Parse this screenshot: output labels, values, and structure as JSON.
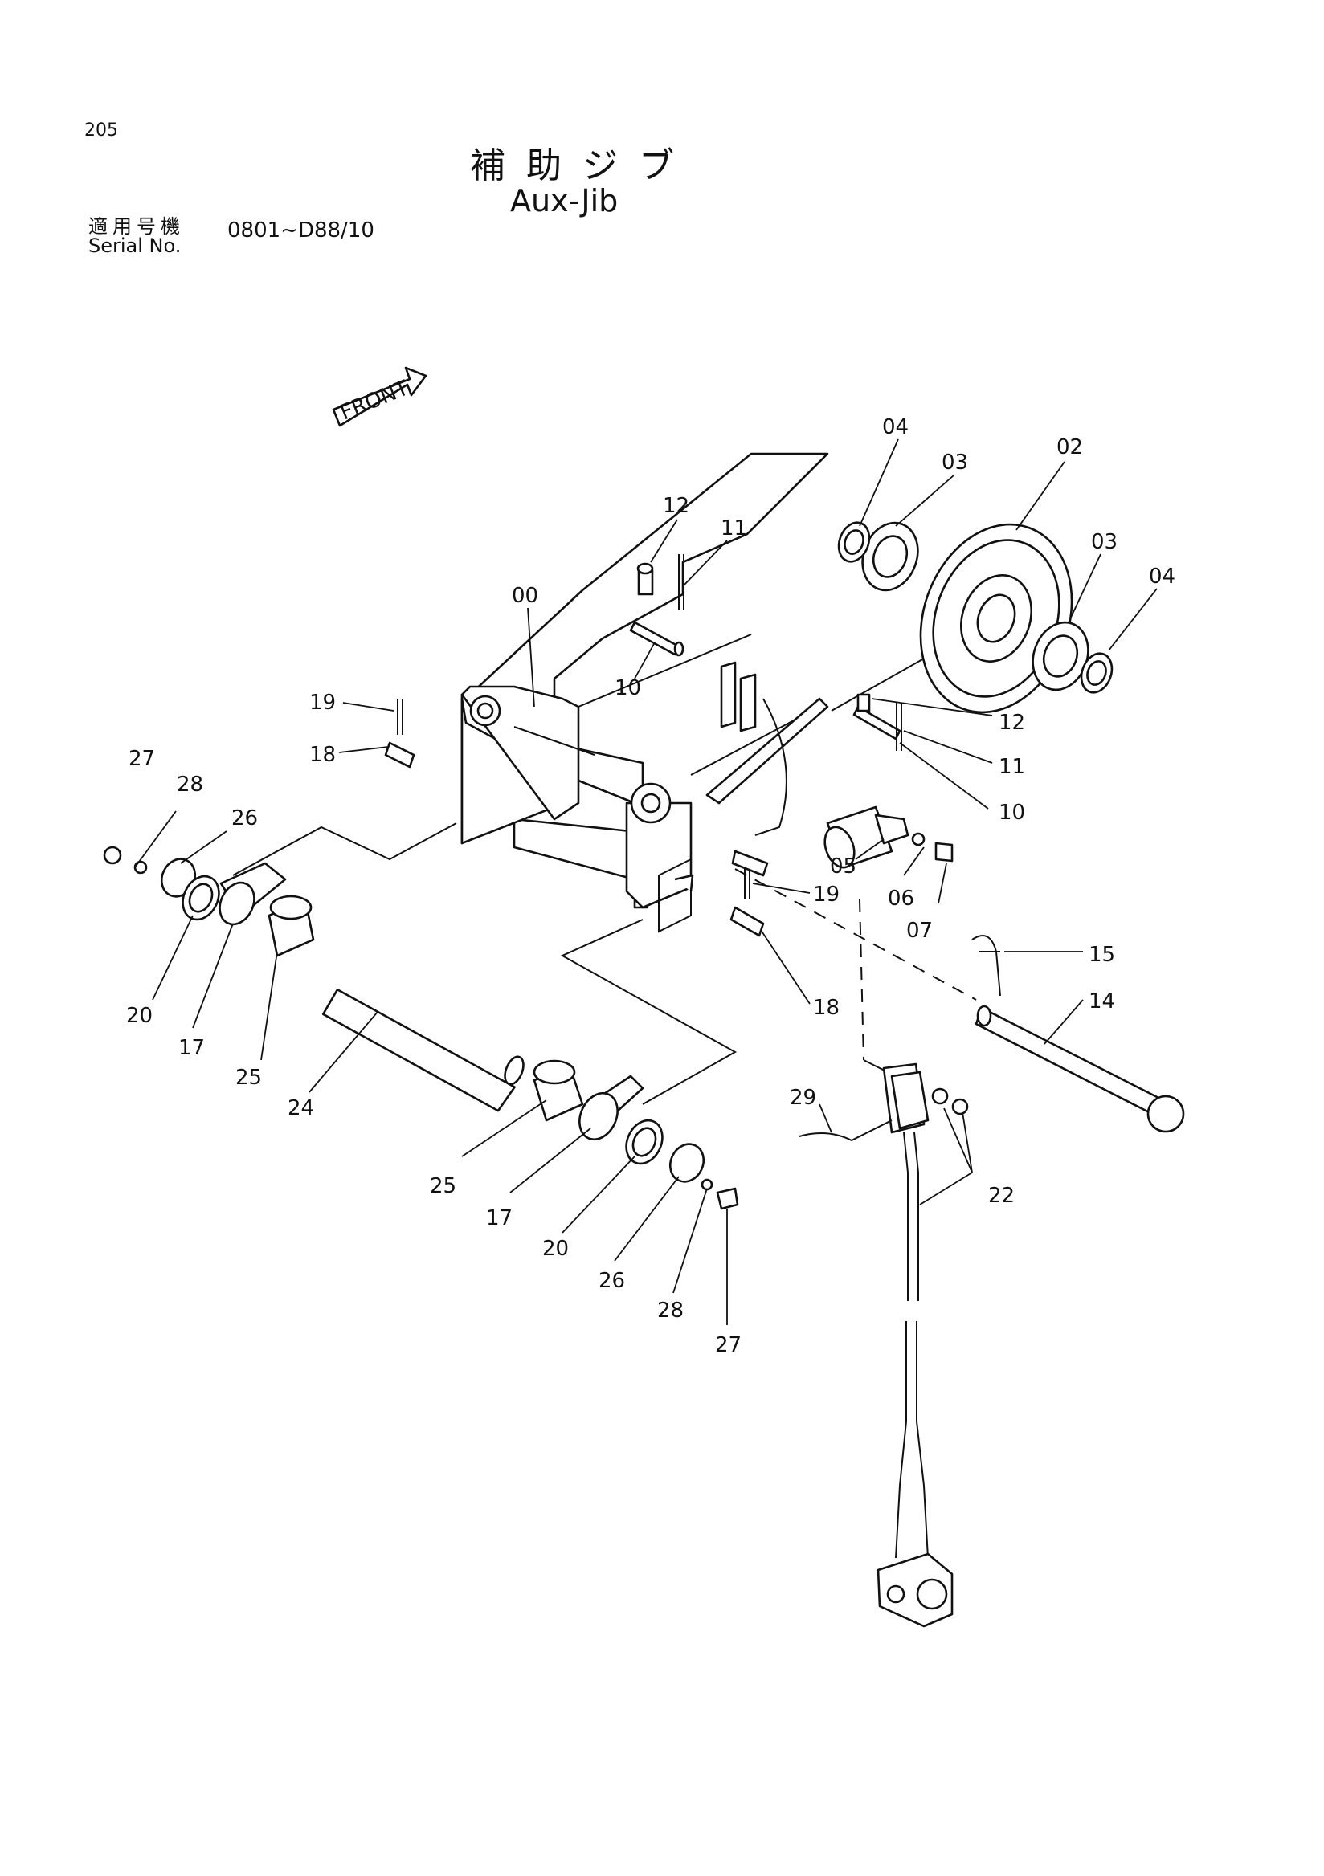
{
  "header": {
    "page_number": "205",
    "title_ja": "補助ジブ",
    "title_en": "Aux-Jib",
    "serial_label_ja": "適用号機",
    "serial_label_en": "Serial No.",
    "serial_value": "0801~D88/10"
  },
  "front_marker": "FRONT",
  "callouts": [
    "04",
    "03",
    "02",
    "03",
    "04",
    "12",
    "11",
    "00",
    "10",
    "19",
    "18",
    "12",
    "11",
    "10",
    "27",
    "28",
    "26",
    "05",
    "06",
    "07",
    "19",
    "18",
    "15",
    "14",
    "20",
    "17",
    "25",
    "24",
    "29",
    "22",
    "25",
    "17",
    "20",
    "26",
    "28",
    "27"
  ]
}
